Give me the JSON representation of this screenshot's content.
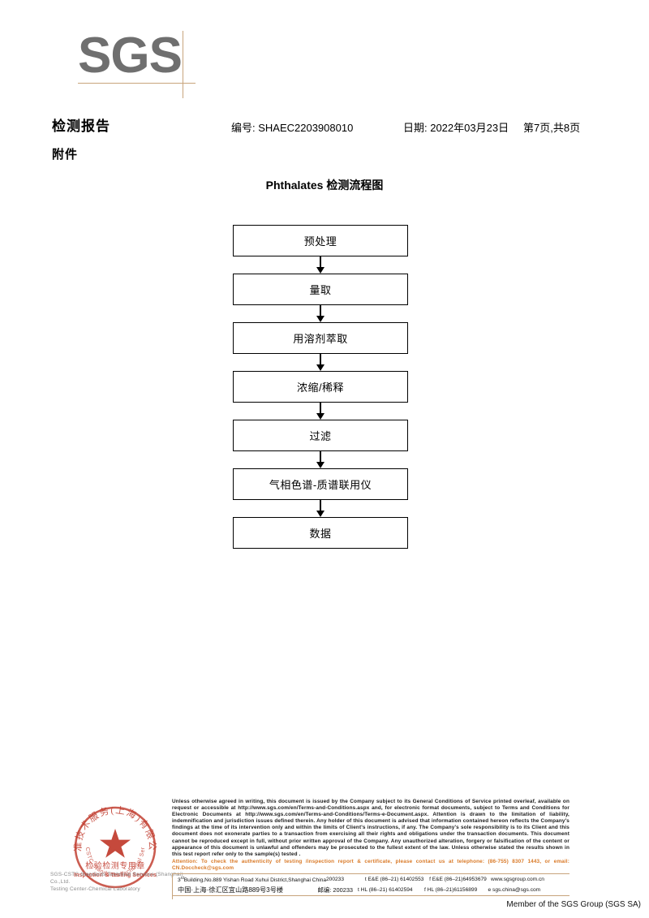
{
  "logo": {
    "text": "SGS",
    "color": "#6f6f6f",
    "rule_color": "#c8a47c"
  },
  "header": {
    "title": "检测报告",
    "subtitle": "附件",
    "report_no_label": "编号: SHAEC2203908010",
    "date_label": "日期: 2022年03月23日",
    "page_label": "第7页,共8页"
  },
  "flow": {
    "title": "Phthalates 检测流程图",
    "steps": [
      {
        "label": "预处理"
      },
      {
        "label": "量取"
      },
      {
        "label": "用溶剂萃取"
      },
      {
        "label": "浓缩/稀释"
      },
      {
        "label": "过滤"
      },
      {
        "label": "气相色谱-质谱联用仪"
      },
      {
        "label": "数据"
      }
    ]
  },
  "seal": {
    "color": "#c0392b",
    "ring_text_cn": "SGS-CSTC标准技术服务(上海)有限公司",
    "line_cn": "检验检测专用章",
    "line_en": "Inspection & Testing Services",
    "caption_line1": "SGS-CSTC Standards Technical Services (Shanghai) Co.,Ltd.",
    "caption_line2": "Testing Center-Chemical Laboratory"
  },
  "legal": {
    "body": "Unless otherwise agreed in writing, this document is issued by the Company subject to its General Conditions of Service printed overleaf, available on request or accessible at http://www.sgs.com/en/Terms-and-Conditions.aspx and, for electronic format documents, subject to Terms and Conditions for Electronic Documents at http://www.sgs.com/en/Terms-and-Conditions/Terms-e-Document.aspx. Attention is drawn to the limitation of liability, indemnification and jurisdiction issues defined therein. Any holder of this document is advised that information contained hereon reflects the Company's findings at the time of its intervention only and within the limits of Client's instructions, if any. The Company's sole responsibility is to its Client and this document does not exonerate parties to a transaction from exercising all their rights and obligations under the transaction documents. This document cannot be reproduced except in full, without prior written approval of the Company. Any unauthorized alteration, forgery or falsification of the content or appearance of this document is unlawful and offenders may be prosecuted to the fullest extent of the law. Unless otherwise stated the results shown in this test report refer only to the sample(s) tested .",
    "attention": "Attention: To check the authenticity of testing /inspection report & certificate, please contact us at telephone: (86-755) 8307 1443, or email: CN.Doccheck@sgs.com",
    "attention_color": "#d97a28"
  },
  "address": {
    "rule_color": "#c8a47c",
    "row_en": {
      "address": "Building,No.889 Yishan Road Xuhui District,Shanghai China",
      "address_prefix": "3",
      "address_sup": "rd",
      "zip": "200233",
      "tel": "t E&E (86–21) 61402553",
      "fax": "f E&E (86–21)64953679",
      "web": "www.sgsgroup.com.cn"
    },
    "row_cn": {
      "address": "中国·上海·徐汇区宜山路889号3号楼",
      "zip": "邮编: 200233",
      "tel": "t HL (86–21) 61402594",
      "fax": "f HL (86–21)61156899",
      "web": "e  sgs.china@sgs.com"
    }
  },
  "footer": {
    "member": "Member of the SGS Group (SGS SA)"
  }
}
